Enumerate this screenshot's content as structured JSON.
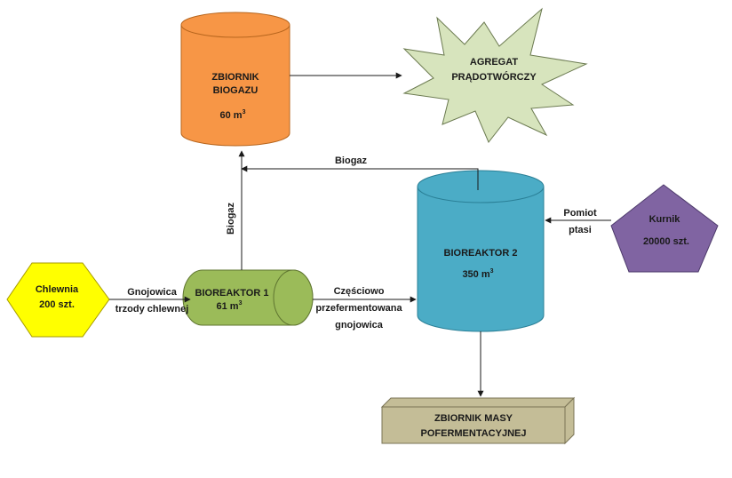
{
  "colors": {
    "tank": "#f79646",
    "generator": "#d7e4bd",
    "pigsty": "#ffff00",
    "bioreactor1": "#9bbb59",
    "bioreactor2": "#4bacc6",
    "henhouse": "#8064a2",
    "digestate": "#c4bd97"
  },
  "nodes": {
    "biogas_tank": {
      "line1": "ZBIORNIK",
      "line2": "BIOGAZU",
      "volume": "60 m",
      "unit_sup": "3"
    },
    "generator": {
      "line1": "AGREGAT",
      "line2": "PRĄDOTWÓRCZY"
    },
    "pigsty": {
      "line1": "Chlewnia",
      "line2": "200 szt."
    },
    "bioreactor1": {
      "line1": "BIOREAKTOR 1",
      "volume": "61 m",
      "unit_sup": "3"
    },
    "bioreactor2": {
      "line1": "BIOREAKTOR 2",
      "volume": "350 m",
      "unit_sup": "3"
    },
    "henhouse": {
      "line1": "Kurnik",
      "line2": "20000 szt."
    },
    "digestate_tank": {
      "line1": "ZBIORNIK MASY",
      "line2": "POFERMENTACYJNEJ"
    }
  },
  "edges": {
    "biogas_top": "Biogaz",
    "biogas_vertical": "Biogaz",
    "slurry_line1": "Gnojowica",
    "slurry_line2": "trzody chlewnej",
    "partial_line1": "Częściowo",
    "partial_line2": "przefermentowana",
    "partial_line3": "gnojowica",
    "manure_line1": "Pomiot",
    "manure_line2": "ptasi"
  }
}
